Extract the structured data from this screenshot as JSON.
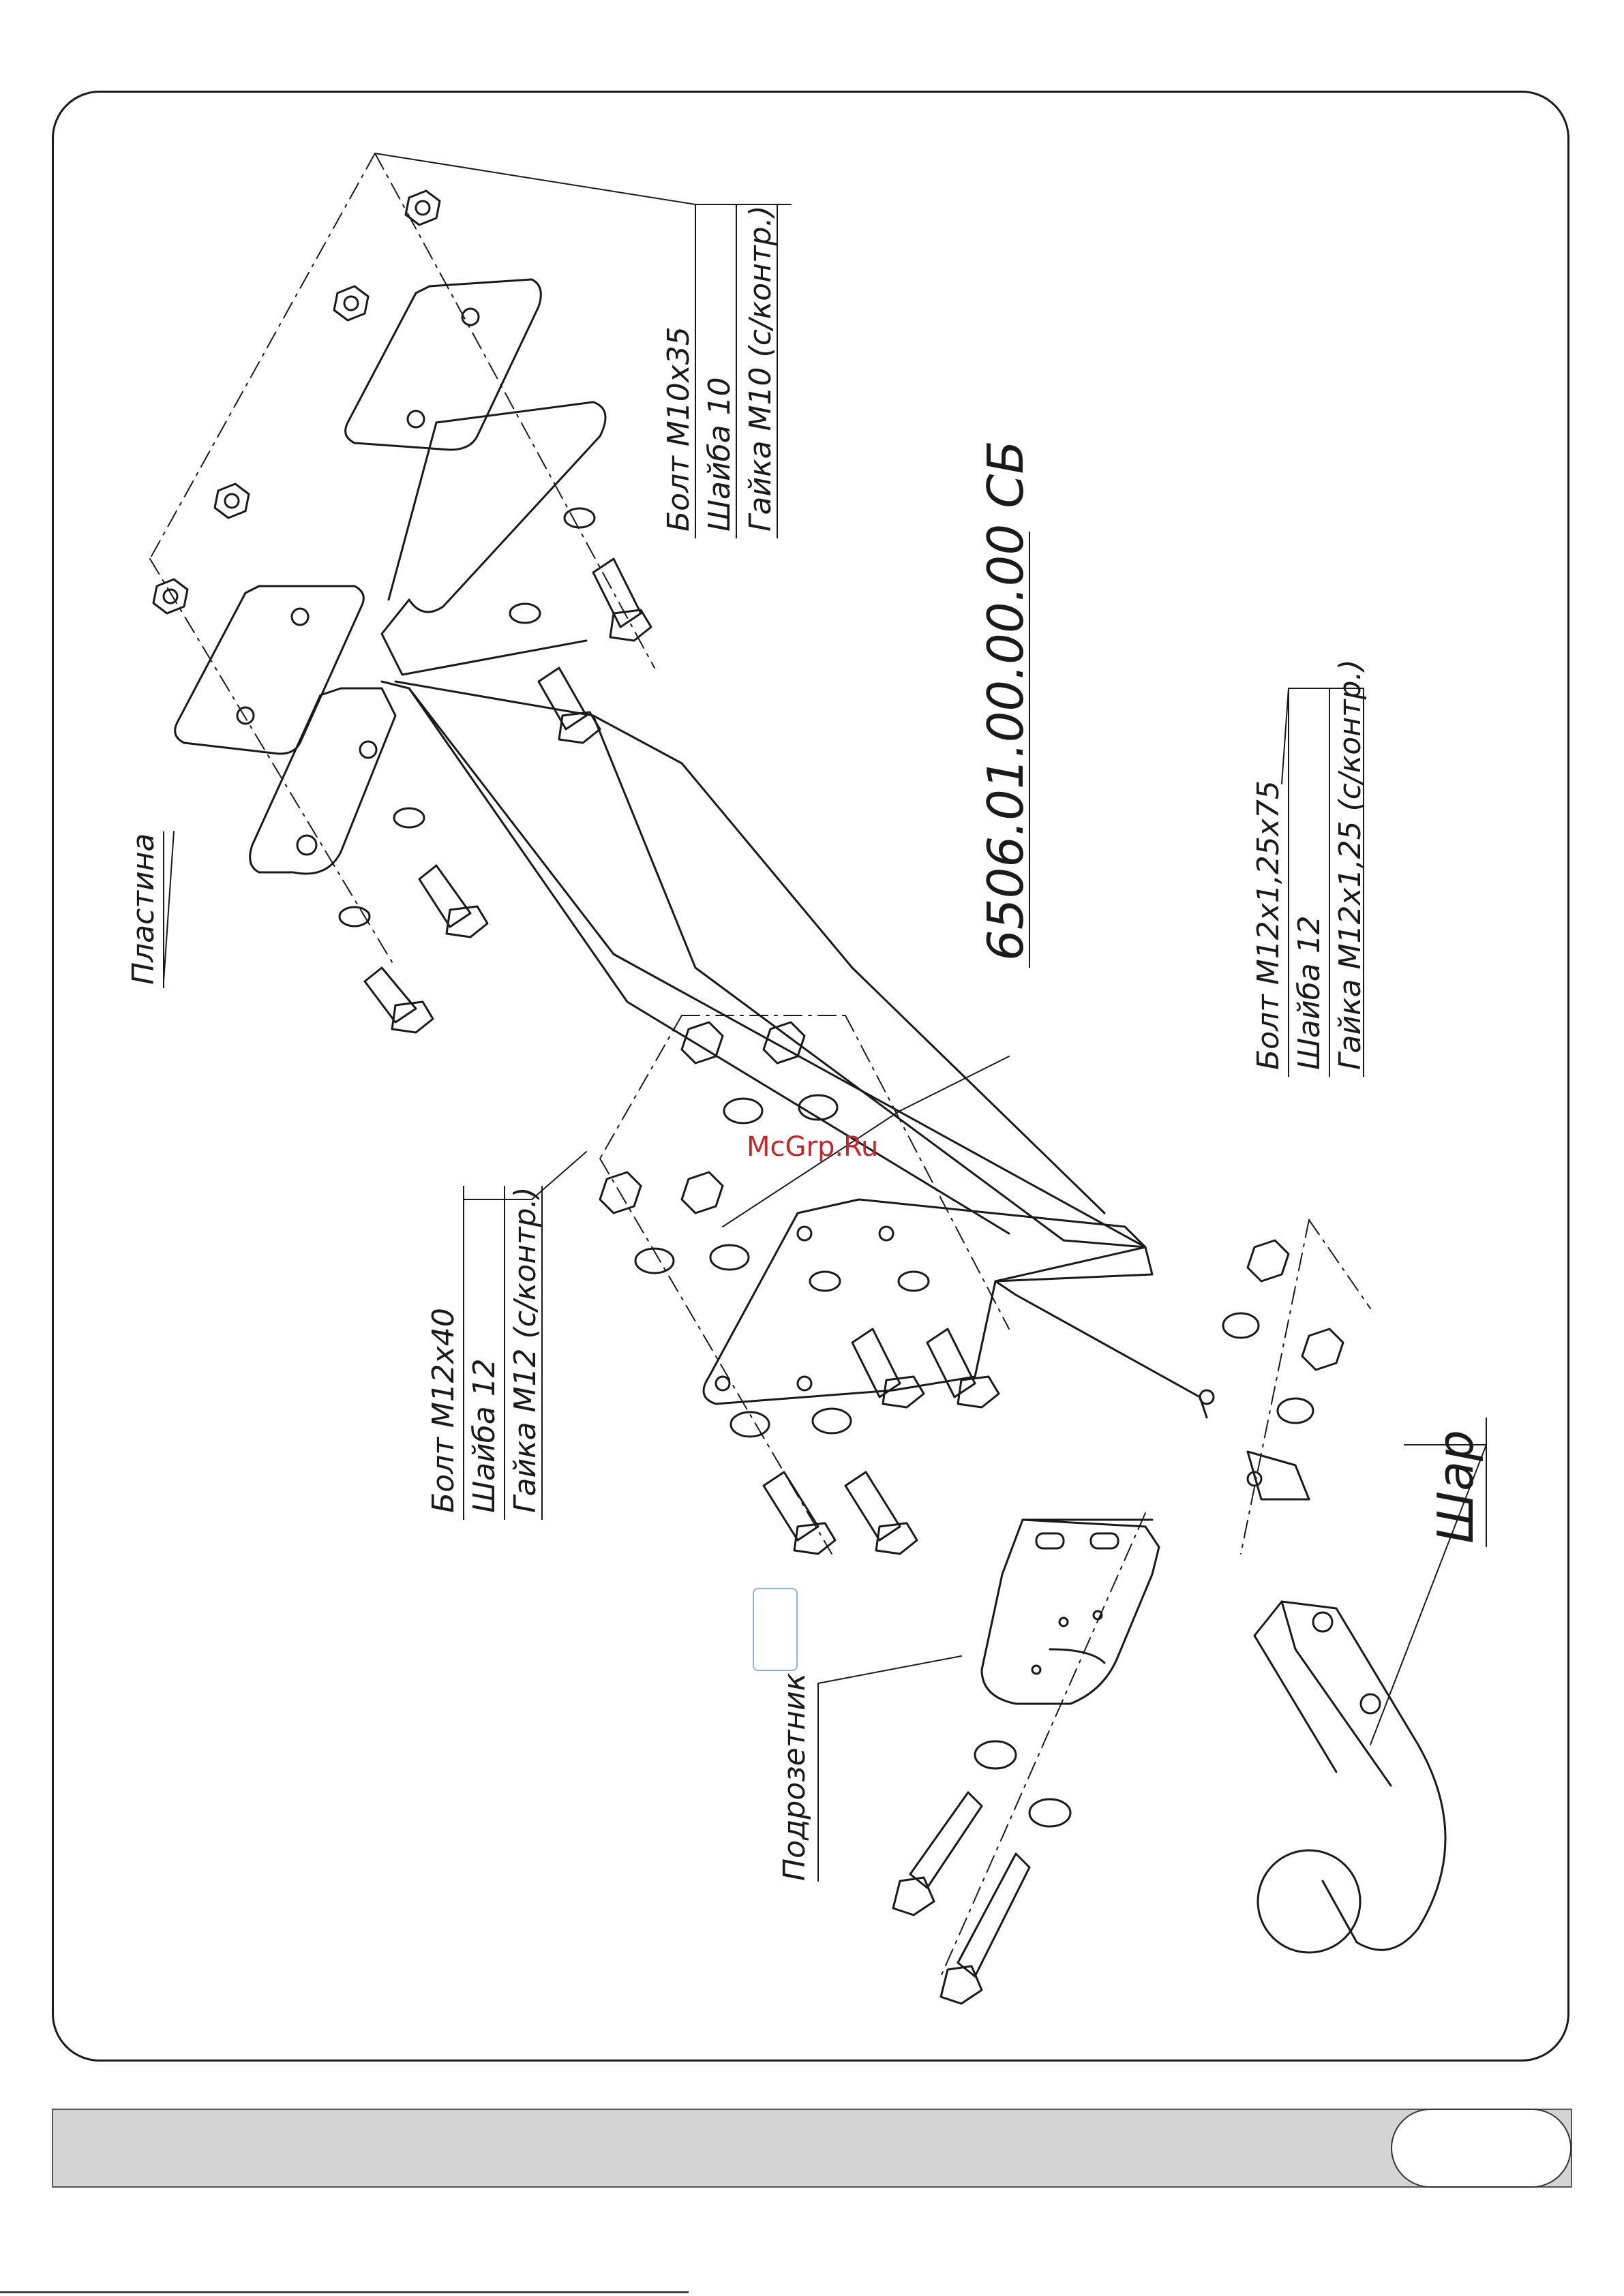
{
  "title": "6506.01.00.00.00 СБ",
  "watermark": "McGrp.Ru",
  "callouts": {
    "bolt_m10": {
      "lines": [
        "Болт М10х35",
        "Шайба 10",
        "Гайка М10 (с/контр.)"
      ]
    },
    "bolt_m12x125": {
      "lines": [
        "Болт М12х1,25х75",
        "Шайба 12",
        "Гайка М12х1,25 (с/контр.)"
      ]
    },
    "bolt_m12x40": {
      "lines": [
        "Болт М12х40",
        "Шайба 12",
        "Гайка М12 (с/контр.)"
      ]
    },
    "plate": "Пластина",
    "socket_bracket": "Подрозетник",
    "ball": "Шар"
  },
  "colors": {
    "line": "#1a1a1a",
    "footer": "#d4d4d4",
    "watermark": "#c0282d"
  }
}
